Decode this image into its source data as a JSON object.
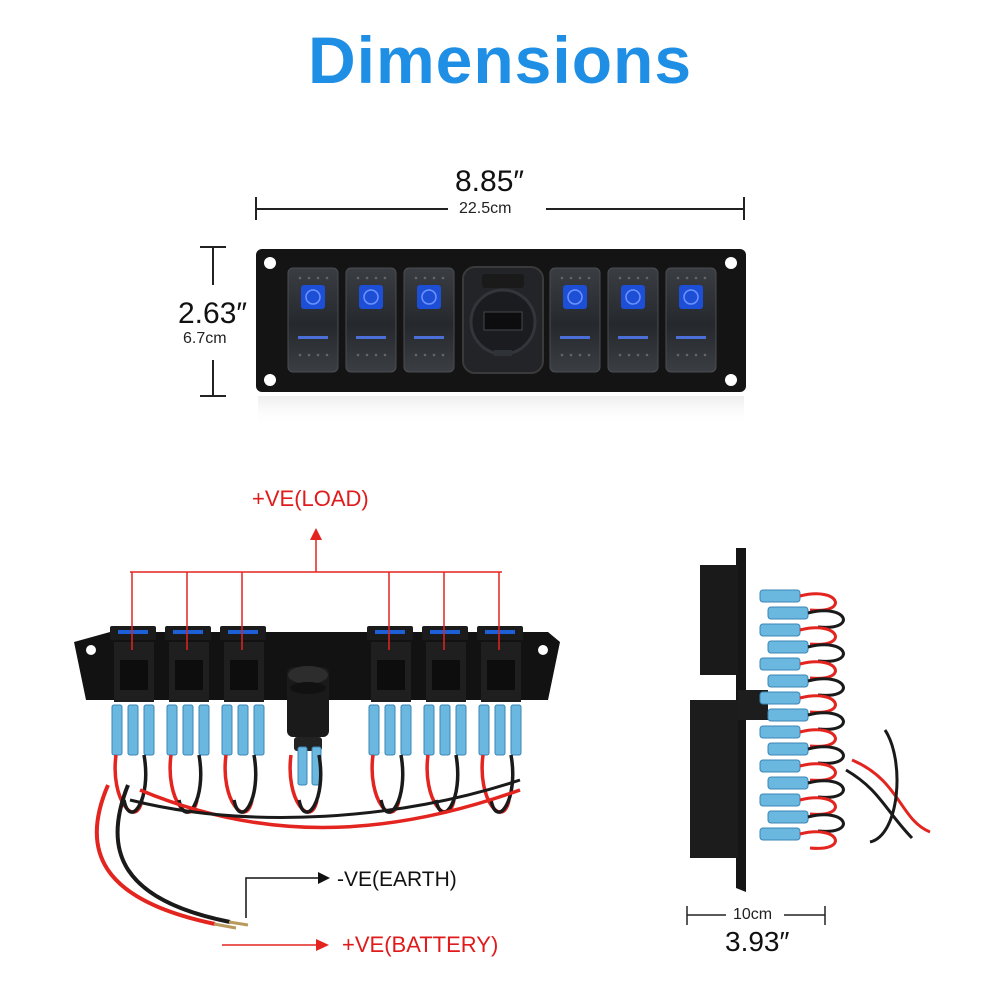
{
  "title": "Dimensions",
  "width": {
    "inches": "8.85″",
    "cm": "22.5cm"
  },
  "height": {
    "inches": "2.63″",
    "cm": "6.7cm"
  },
  "depth": {
    "inches": "3.93″",
    "cm": "10cm"
  },
  "wiring": {
    "load_label": "+VE(LOAD)",
    "earth_label": "-VE(EARTH)",
    "battery_label": "+VE(BATTERY)"
  },
  "colors": {
    "title": "#1e8fe4",
    "wire_red": "#e3241f",
    "switch_led": "#1d4fd6",
    "connector_blue": "#6ab8e0",
    "panel": "#161616"
  }
}
